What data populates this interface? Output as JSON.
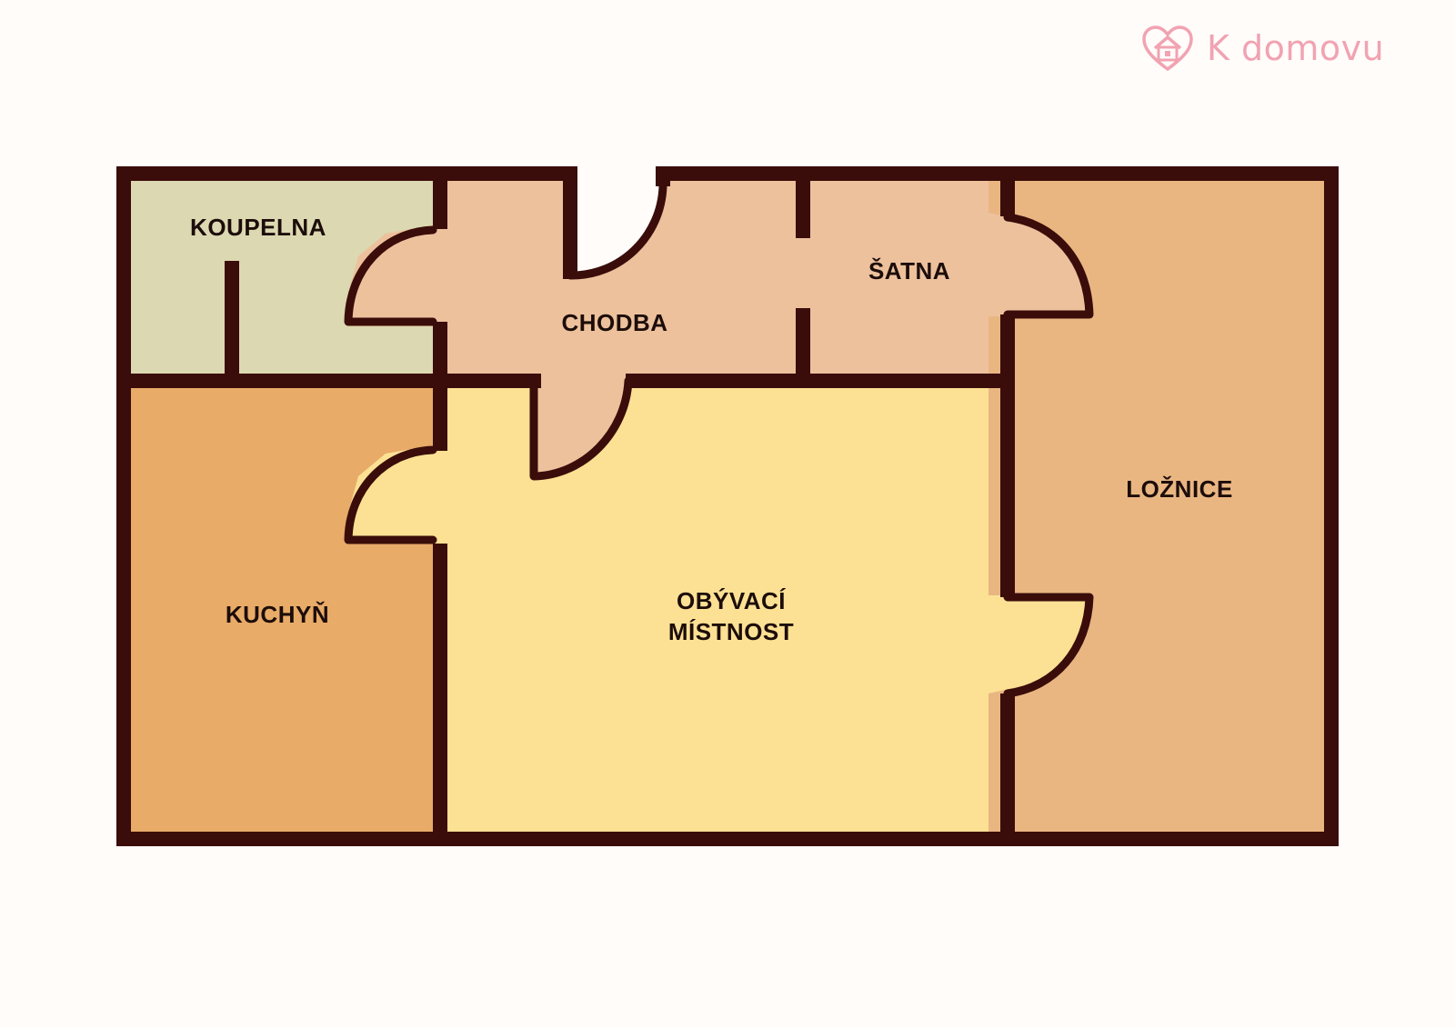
{
  "brand": {
    "name": "K domovu",
    "icon": "heart-house-icon",
    "color": "#f1a3b1"
  },
  "rooms": {
    "koupelna": {
      "label": "KOUPELNA",
      "color": "#dcd8b1"
    },
    "chodba": {
      "label": "CHODBA",
      "color": "#edc19c"
    },
    "satna": {
      "label": "ŠATNA",
      "color": "#edc19c"
    },
    "loznice": {
      "label": "LOŽNICE",
      "color": "#e9b682"
    },
    "kuchyn": {
      "label": "KUCHYŇ",
      "color": "#e8ab68"
    },
    "obyvaci_line1": {
      "label": "OBÝVACÍ",
      "color": "#fce194"
    },
    "obyvaci_line2": {
      "label": "MÍSTNOST"
    }
  },
  "wall_color": "#3a0d0a"
}
